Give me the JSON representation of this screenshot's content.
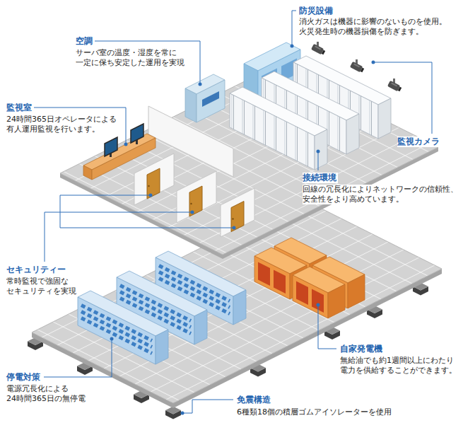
{
  "diagram": {
    "labels": [
      "防災設備",
      "消火ガスは機器に影響のないものを使用。 火災発生時の機器損傷を防ぎます。",
      "空調",
      "サーバ室の温度・湿度を常に 一定に保ち安定した運用を実現",
      "監視室",
      "24時間365日オペレータによる 有人運用監視を行います。",
      "監視カメラ",
      "接続環境",
      "回線の冗長化によりネットワークの信頼性、 安全性をより高めています。",
      "セキュリティー",
      "常時監視で強固な セキュリティを実現",
      "自家発電機",
      "無給油でも約1週間以上にわたり 電力を供給することができます。",
      "停電対策",
      "電源冗長化による 24時間365日の無停電",
      "免震構造",
      "6種類18個の積層ゴムアイソレーターを使用"
    ]
  }
}
